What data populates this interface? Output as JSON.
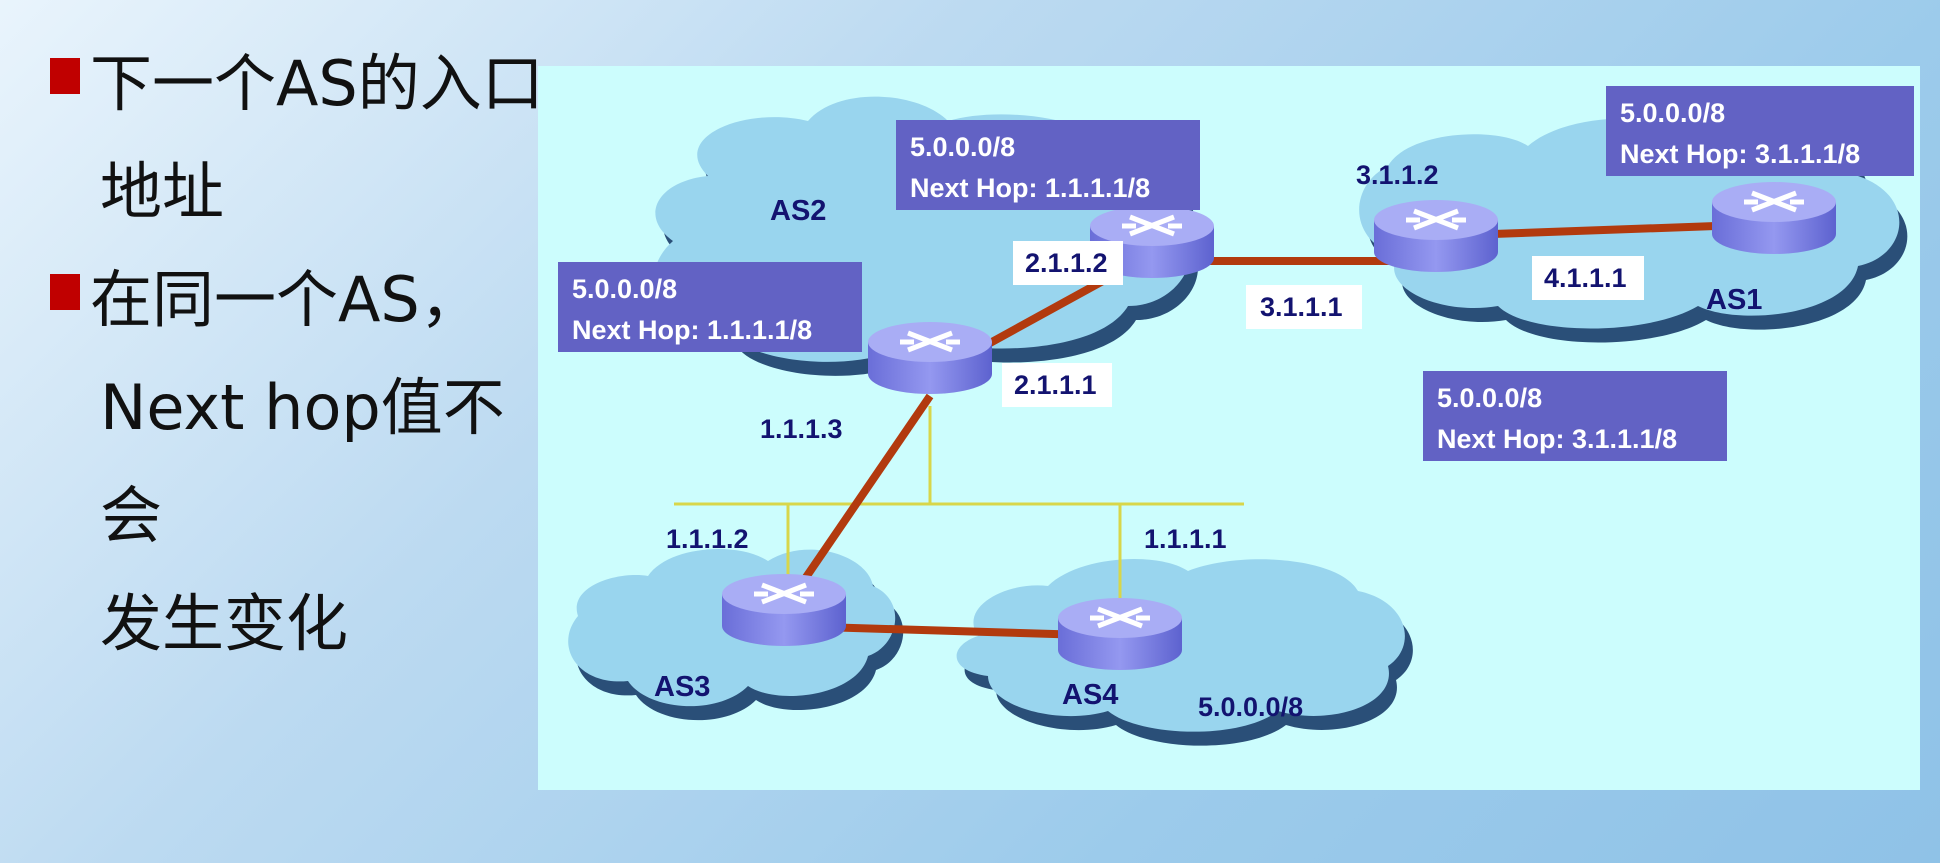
{
  "bullets": [
    {
      "line1": "下一个AS的入口",
      "line2": "地址"
    },
    {
      "line1": "在同一个AS，",
      "line2": "Next hop值不会",
      "line3": "发生变化"
    }
  ],
  "diagram": {
    "as_labels": {
      "as1": "AS1",
      "as2": "AS2",
      "as3": "AS3",
      "as4": "AS4"
    },
    "route_boxes": [
      {
        "prefix": "5.0.0.0/8",
        "next_hop": "Next Hop: 1.1.1.1/8"
      },
      {
        "prefix": "5.0.0.0/8",
        "next_hop": "Next Hop: 1.1.1.1/8"
      },
      {
        "prefix": "5.0.0.0/8",
        "next_hop": "Next Hop: 3.1.1.1/8"
      },
      {
        "prefix": "5.0.0.0/8",
        "next_hop": "Next Hop: 3.1.1.1/8"
      }
    ],
    "ip_labels": {
      "ip_2_1_1_2": "2.1.1.2",
      "ip_2_1_1_1": "2.1.1.1",
      "ip_3_1_1_1": "3.1.1.1",
      "ip_3_1_1_2": "3.1.1.2",
      "ip_4_1_1_1": "4.1.1.1",
      "ip_1_1_1_3": "1.1.1.3",
      "ip_1_1_1_2": "1.1.1.2",
      "ip_1_1_1_1": "1.1.1.1"
    },
    "as4_network": "5.0.0.0/8",
    "colors": {
      "cloud": "#99d5ee",
      "cloud_shadow": "#2a4f78",
      "route_box": "#6262c4",
      "link": "#b23a0e",
      "lan": "#d8d64a",
      "router": "#8c90ea",
      "label_text": "#131370"
    }
  }
}
